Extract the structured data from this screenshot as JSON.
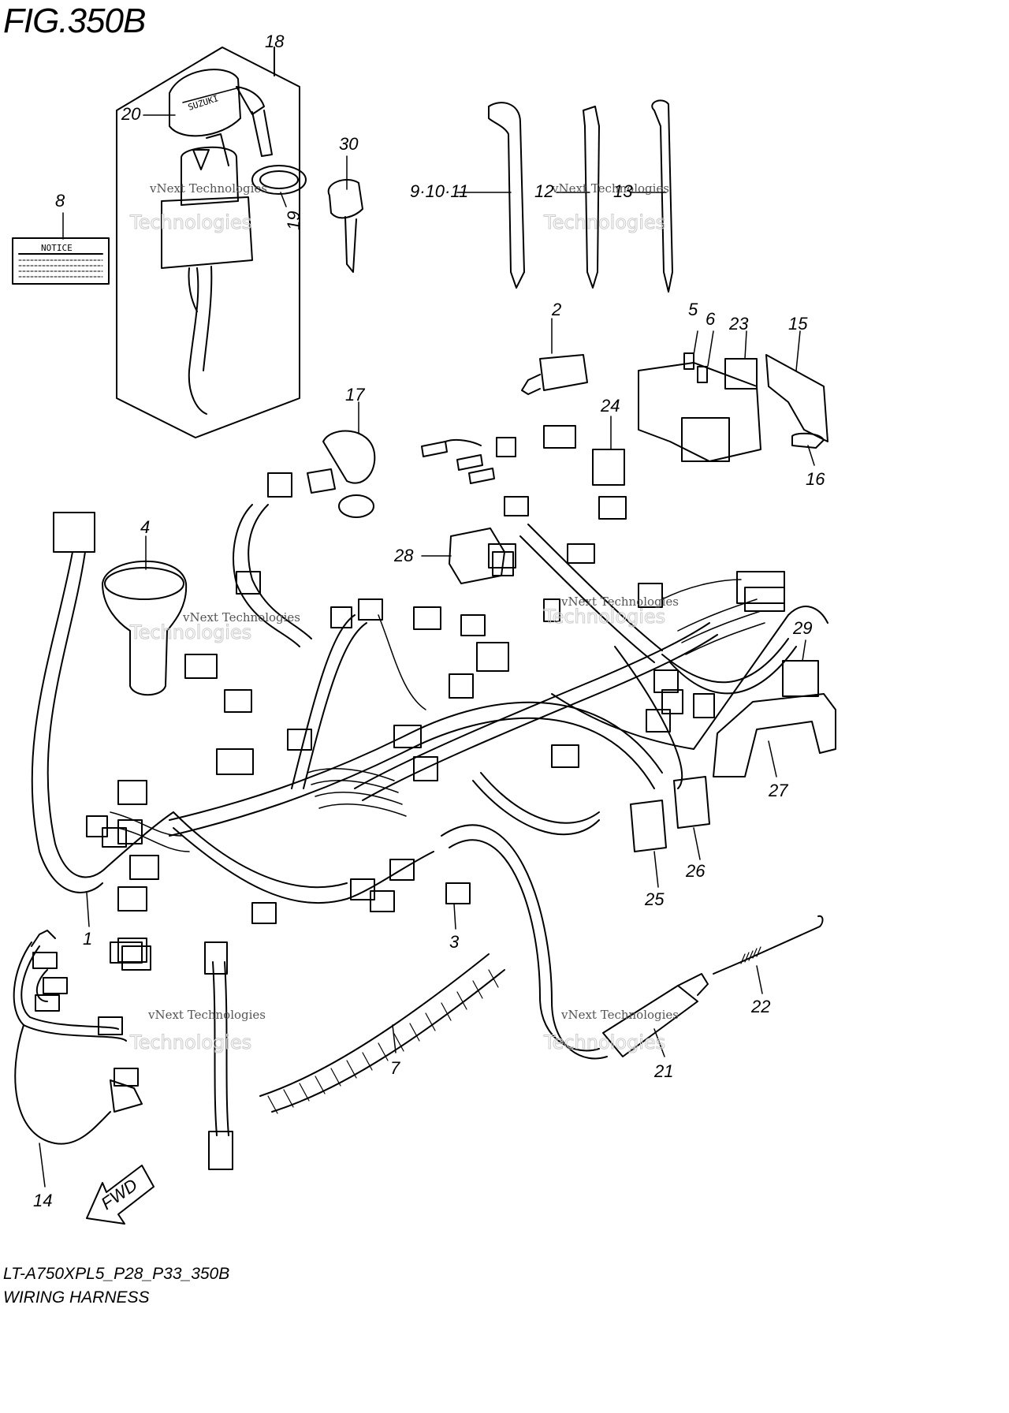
{
  "figure": {
    "title": "FIG.350B",
    "model_code": "LT-A750XPL5_P28_P33_350B",
    "name": "WIRING HARNESS"
  },
  "notice_label": "NOTICE",
  "key_brand": "SUZUKI",
  "fwd_label": "FWD",
  "watermark": {
    "line1": "vNext Technologies",
    "line2": "Technologies"
  },
  "callouts": {
    "c1": "1",
    "c2": "2",
    "c3": "3",
    "c4": "4",
    "c5": "5",
    "c6": "6",
    "c7": "7",
    "c8": "8",
    "c9_11": "9·10·11",
    "c12": "12",
    "c13": "13",
    "c14": "14",
    "c15": "15",
    "c16": "16",
    "c17": "17",
    "c18": "18",
    "c19": "19",
    "c20": "20",
    "c21": "21",
    "c22": "22",
    "c23": "23",
    "c24": "24",
    "c25": "25",
    "c26": "26",
    "c27": "27",
    "c28": "28",
    "c29": "29",
    "c30": "30"
  }
}
